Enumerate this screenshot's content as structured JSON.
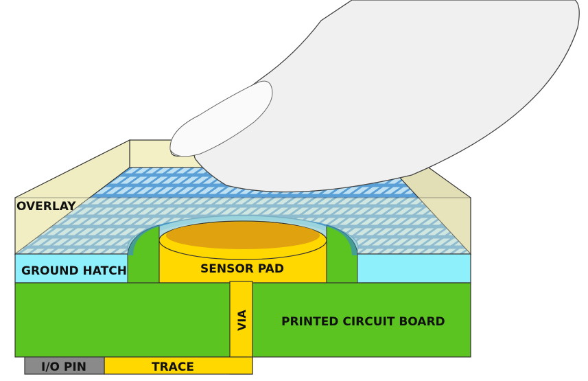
{
  "labels": {
    "overlay": "OVERLAY",
    "ground_hatch": "GROUND HATCH",
    "sensor_pad": "SENSOR PAD",
    "via": "VIA",
    "printed_circuit_board": "PRINTED CIRCUIT BOARD",
    "io_pin": "I/O PIN",
    "trace": "TRACE"
  },
  "colors": {
    "overlay": "#f2f0c4",
    "overlay_right": "#e2dfb7",
    "ground_hatch_front": "#8ef0fb",
    "hatch_grid": "#5aa0d6",
    "hatch_cell": "#bfe1f1",
    "pcb": "#5cc420",
    "copper": "#ffd800",
    "copper_top": "#e0a20f",
    "io_pin": "#8a8a8a",
    "finger": "#f0f0f0"
  }
}
